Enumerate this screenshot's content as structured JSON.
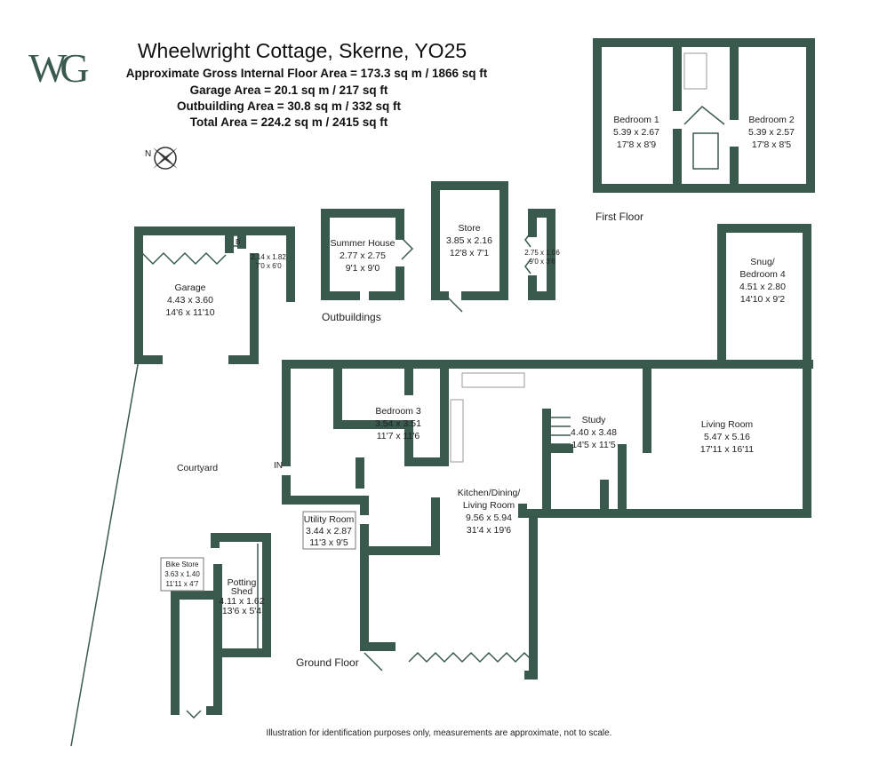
{
  "logo": "WG",
  "header": {
    "title": "Wheelwright Cottage, Skerne, YO25",
    "lines": [
      "Approximate Gross Internal Floor Area = 173.3 sq m / 1866 sq ft",
      "Garage Area = 20.1 sq m / 217 sq ft",
      "Outbuilding Area = 30.8 sq m / 332 sq ft",
      "Total Area = 224.2 sq m / 2415 sq ft"
    ]
  },
  "compass": "N",
  "colors": {
    "walls": "#3b5a4e"
  },
  "floors": {
    "first": "First Floor",
    "ground": "Ground Floor",
    "outbuildings": "Outbuildings"
  },
  "rooms": {
    "bedroom1": {
      "name": "Bedroom 1",
      "metric": "5.39 x 2.67",
      "imperial": "17'8 x 8'9"
    },
    "bedroom2": {
      "name": "Bedroom 2",
      "metric": "5.39 x 2.57",
      "imperial": "17'8 x 8'5"
    },
    "garage": {
      "name": "Garage",
      "metric": "4.43 x 3.60",
      "imperial": "14'6 x 11'10"
    },
    "garage_store": {
      "badge": "B",
      "metric": "2.14 x 1.82",
      "imperial": "7'0 x 6'0"
    },
    "summer_house": {
      "name": "Summer House",
      "metric": "2.77 x 2.75",
      "imperial": "9'1 x 9'0"
    },
    "store": {
      "name": "Store",
      "metric": "3.85 x 2.16",
      "imperial": "12'8 x 7'1"
    },
    "small_store": {
      "metric": "2.75 x 1.06",
      "imperial": "9'0 x 3'6"
    },
    "snug": {
      "name1": "Snug/",
      "name2": "Bedroom 4",
      "metric": "4.51 x 2.80",
      "imperial": "14'10 x 9'2"
    },
    "bedroom3": {
      "name": "Bedroom 3",
      "metric": "3.54 x 3.51",
      "imperial": "11'7 x 11'6"
    },
    "study": {
      "name": "Study",
      "metric": "4.40 x 3.48",
      "imperial": "14'5 x 11'5"
    },
    "living": {
      "name": "Living Room",
      "metric": "5.47 x 5.16",
      "imperial": "17'11 x 16'11"
    },
    "courtyard": {
      "name": "Courtyard"
    },
    "entrance": {
      "name": "IN"
    },
    "kitchen": {
      "name1": "Kitchen/Dining/",
      "name2": "Living Room",
      "metric": "9.56 x 5.94",
      "imperial": "31'4 x 19'6"
    },
    "utility": {
      "name": "Utility Room",
      "metric": "3.44 x 2.87",
      "imperial": "11'3 x 9'5"
    },
    "bike_store": {
      "name": "Bike Store",
      "metric": "3.63 x 1.40",
      "imperial": "11'11 x 4'7"
    },
    "potting_shed": {
      "name1": "Potting",
      "name2": "Shed",
      "metric": "4.11 x 1.62",
      "imperial": "13'6 x 5'4"
    }
  },
  "disclaimer": "Illustration for identification purposes only, measurements are approximate, not to scale."
}
